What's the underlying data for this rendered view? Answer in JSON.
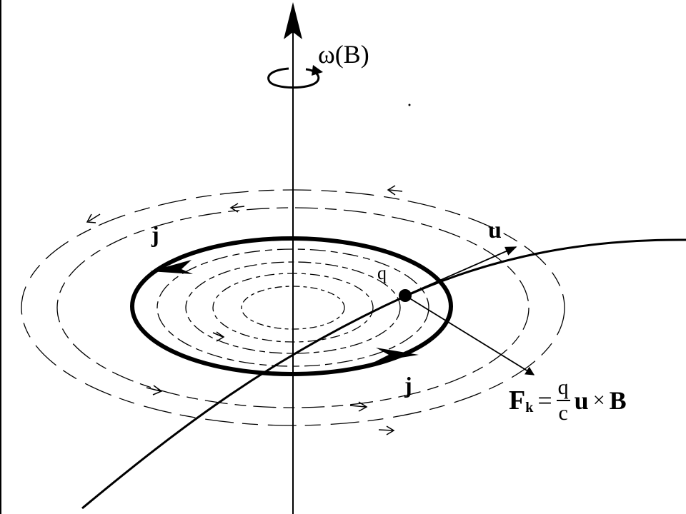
{
  "labels": {
    "omega": "ω(B)",
    "current_top": "j",
    "current_bottom": "j",
    "velocity": "u",
    "charge": "q"
  },
  "formula": {
    "lhs": "F",
    "lhs_subscript": "k",
    "equals": "=",
    "numerator": "q",
    "denominator": "c",
    "u": "u",
    "times": "×",
    "b": "B"
  },
  "colors": {
    "ink": "#000000",
    "background": "#ffffff"
  }
}
